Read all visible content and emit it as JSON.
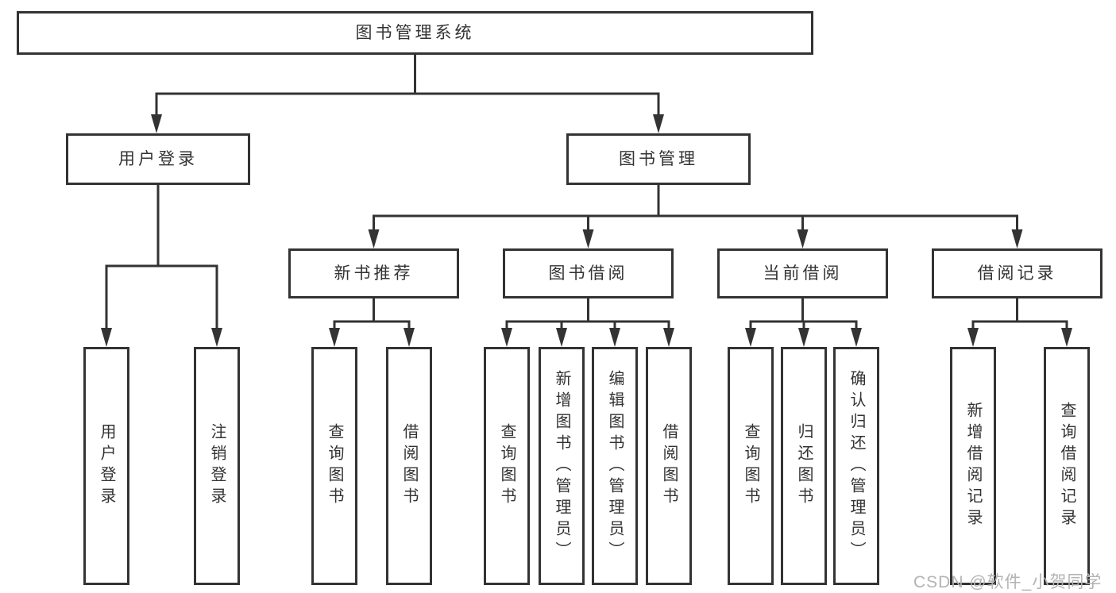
{
  "colors": {
    "line": "#333333",
    "text": "#333333",
    "watermark": "#b3b3b3",
    "background": "#ffffff"
  },
  "tree": {
    "label": "图书管理系统",
    "children": [
      {
        "label": "用户登录",
        "children": [
          {
            "label": "用户登录"
          },
          {
            "label": "注销登录"
          }
        ]
      },
      {
        "label": "图书管理",
        "children": [
          {
            "label": "新书推荐",
            "children": [
              {
                "label": "查询图书"
              },
              {
                "label": "借阅图书"
              }
            ]
          },
          {
            "label": "图书借阅",
            "children": [
              {
                "label": "查询图书"
              },
              {
                "label": "新增图书（管理员）"
              },
              {
                "label": "编辑图书（管理员）"
              },
              {
                "label": "借阅图书"
              }
            ]
          },
          {
            "label": "当前借阅",
            "children": [
              {
                "label": "查询图书"
              },
              {
                "label": "归还图书"
              },
              {
                "label": "确认归还（管理员）"
              }
            ]
          },
          {
            "label": "借阅记录",
            "children": [
              {
                "label": "新增借阅记录"
              },
              {
                "label": "查询借阅记录"
              }
            ]
          }
        ]
      }
    ]
  },
  "watermark": {
    "text": "CSDN @软件_小贺同学"
  }
}
